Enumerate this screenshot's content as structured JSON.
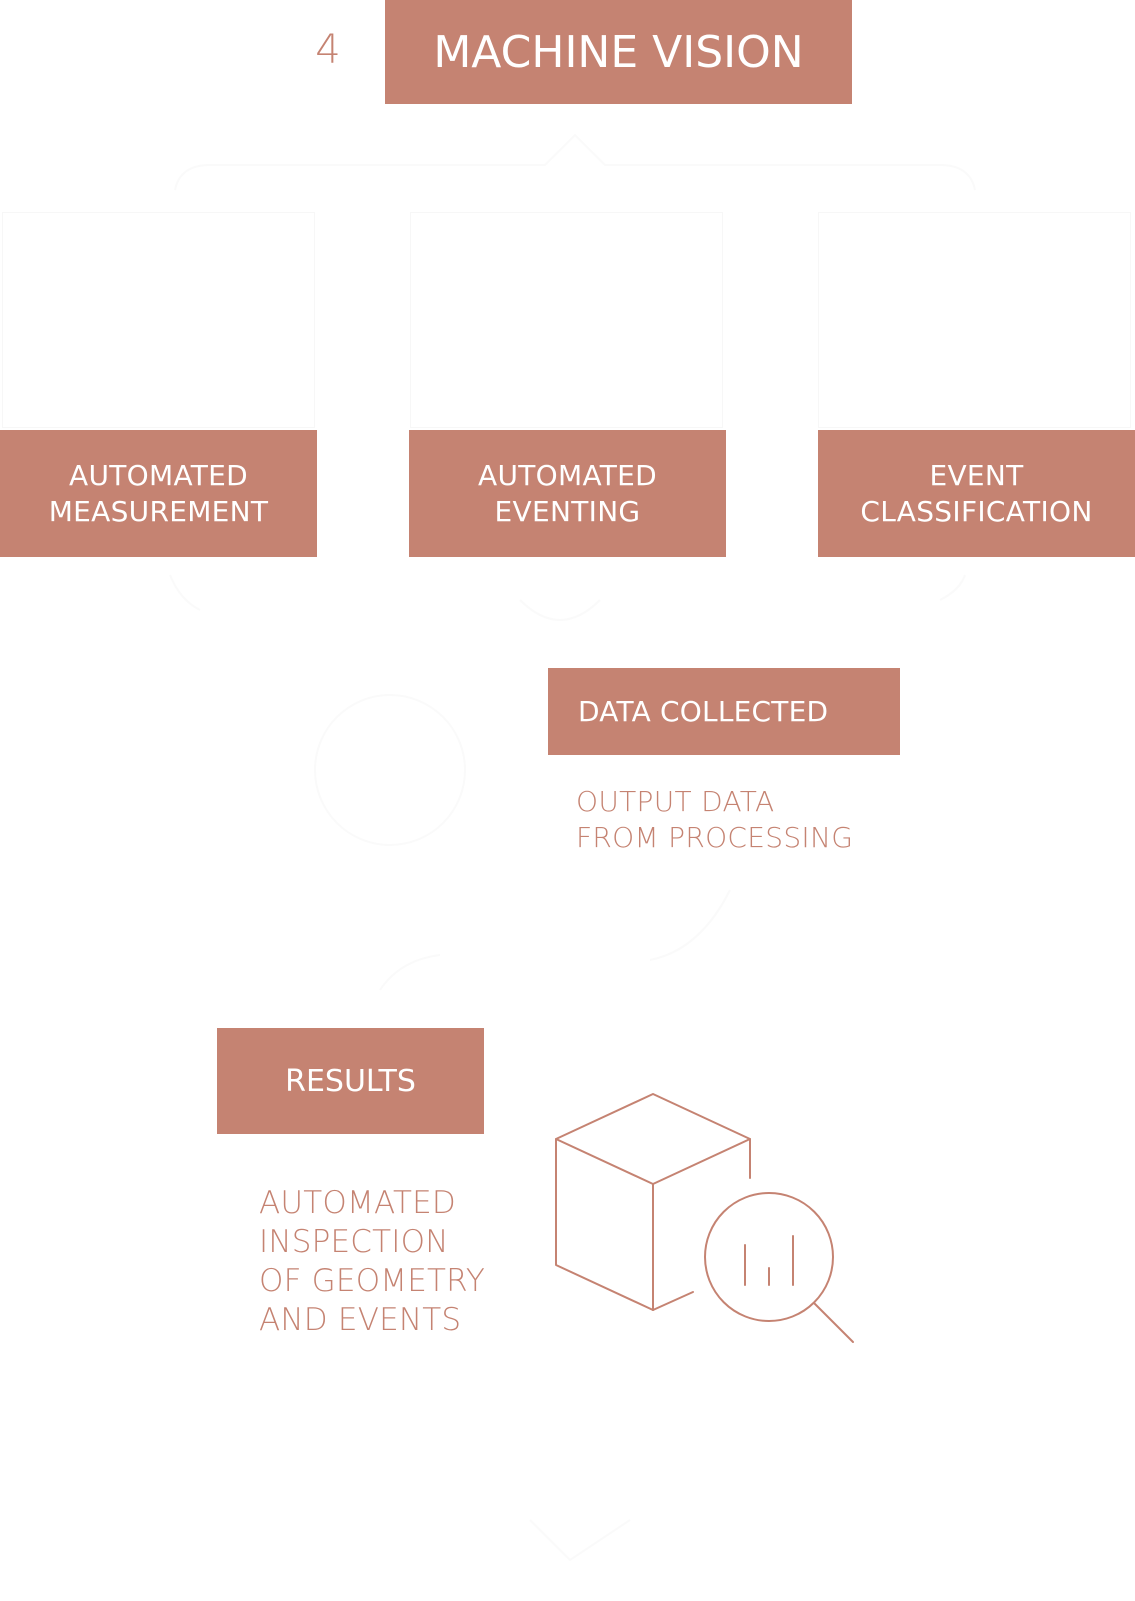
{
  "step_number": "4",
  "title": "MACHINE VISION",
  "categories": [
    {
      "line1": "AUTOMATED",
      "line2": "MEASUREMENT"
    },
    {
      "line1": "AUTOMATED",
      "line2": "EVENTING"
    },
    {
      "line1": "EVENT",
      "line2": "CLASSIFICATION"
    }
  ],
  "data_collected": {
    "label": "DATA COLLECTED",
    "description_line1": "OUTPUT DATA",
    "description_line2": "FROM PROCESSING"
  },
  "results": {
    "label": "RESULTS",
    "description_line1": "AUTOMATED",
    "description_line2": "INSPECTION",
    "description_line3": "OF GEOMETRY",
    "description_line4": "AND EVENTS"
  },
  "colors": {
    "accent": "#c58372",
    "background": "#ffffff",
    "box_text": "#ffffff"
  },
  "icons": {
    "results_icon": "cube-magnifier-chart-icon"
  }
}
